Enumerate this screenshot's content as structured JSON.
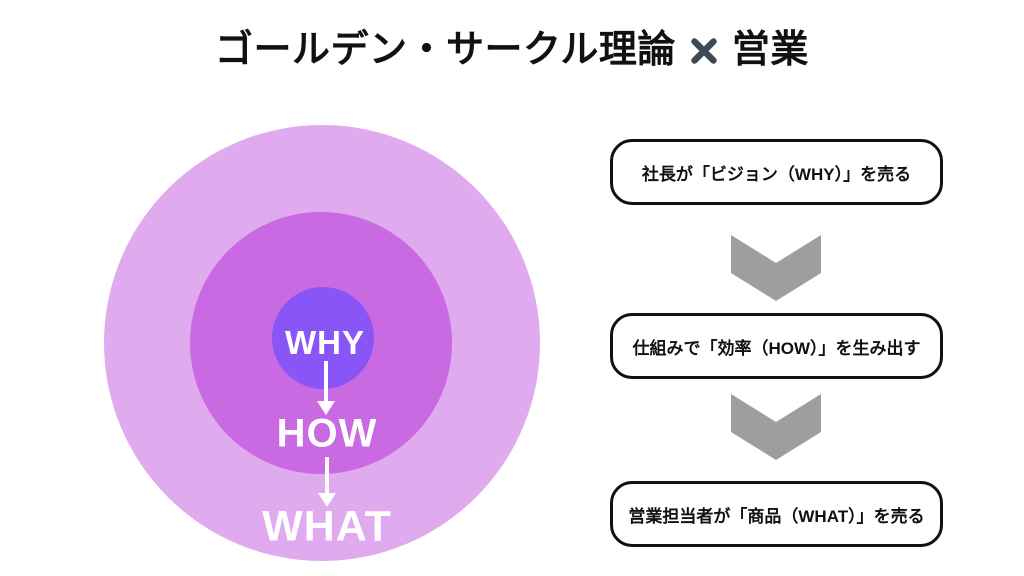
{
  "title": {
    "part1": "ゴールデン・サークル理論",
    "separator": "✕",
    "part2": "営業"
  },
  "golden_circle": {
    "rings": [
      {
        "id": "why",
        "label": "WHY",
        "color": "#8a55f7"
      },
      {
        "id": "how",
        "label": "HOW",
        "color": "#c96ae2"
      },
      {
        "id": "what",
        "label": "WHAT",
        "color": "#e0aaee"
      }
    ],
    "label_color": "#ffffff",
    "arrow_icon": "down-arrow"
  },
  "flow": {
    "steps": [
      {
        "label": "社長が「ビジョン（WHY）」を売る"
      },
      {
        "label": "仕組みで「効率（HOW）」を生み出す"
      },
      {
        "label": "営業担当者が「商品（WHAT）」を売る"
      }
    ],
    "connector_icon": "chevron-down"
  },
  "colors": {
    "background": "#ffffff",
    "title_text": "#111111",
    "cross": "#3d4954",
    "chevron": "#9e9e9e",
    "box_border": "#111111",
    "box_text": "#111111",
    "circle_arrow": "#ffffff"
  }
}
